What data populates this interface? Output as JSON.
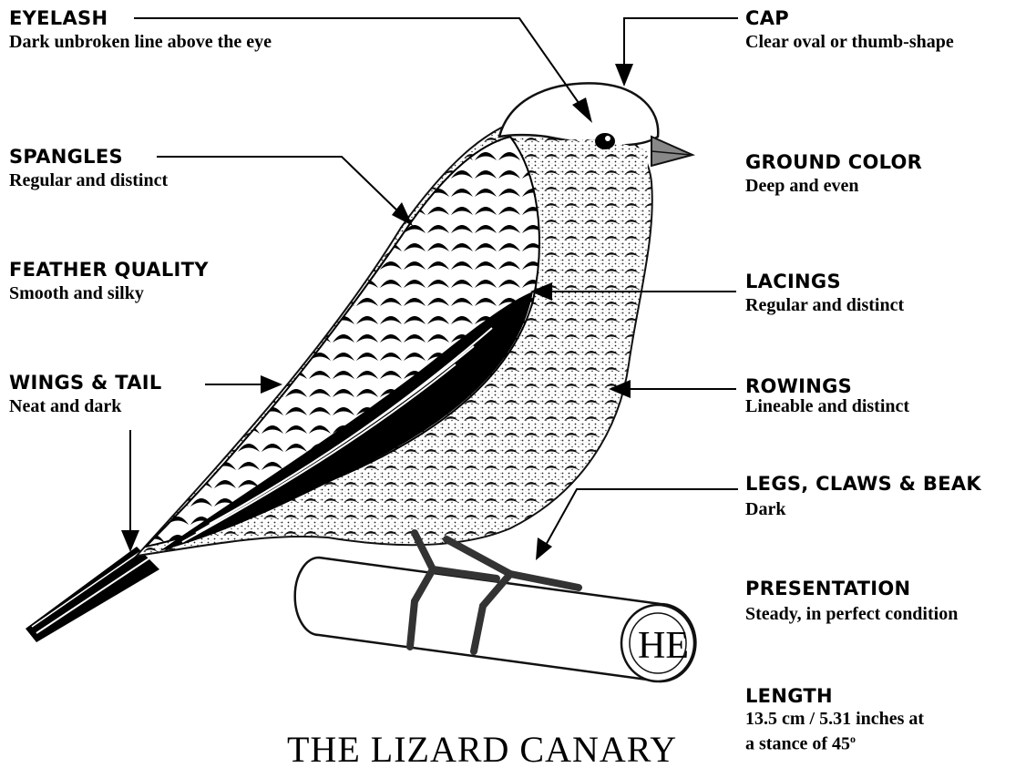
{
  "title": "THE LIZARD CANARY",
  "labels": {
    "eyelash": {
      "heading": "EYELASH",
      "desc": "Dark unbroken line above the eye"
    },
    "spangles": {
      "heading": "SPANGLES",
      "desc": "Regular and distinct"
    },
    "feather_quality": {
      "heading": "FEATHER QUALITY",
      "desc": "Smooth and silky"
    },
    "wings_tail": {
      "heading": "WINGS & TAIL",
      "desc": "Neat and dark"
    },
    "cap": {
      "heading": "CAP",
      "desc": "Clear oval or thumb-shape"
    },
    "ground_color": {
      "heading": "GROUND COLOR",
      "desc": "Deep and even"
    },
    "lacings": {
      "heading": "LACINGS",
      "desc": "Regular and distinct"
    },
    "rowings": {
      "heading": "ROWINGS",
      "desc": "Lineable and distinct"
    },
    "legs_claws_beak": {
      "heading": "LEGS, CLAWS & BEAK",
      "desc": "Dark"
    },
    "presentation": {
      "heading": "PRESENTATION",
      "desc": "Steady, in perfect condition"
    },
    "length": {
      "heading": "LENGTH",
      "desc_line1": "13.5 cm / 5.31 inches at",
      "desc_line2": "a stance of 45",
      "degree_mark": "o"
    }
  },
  "monogram": "HE"
}
